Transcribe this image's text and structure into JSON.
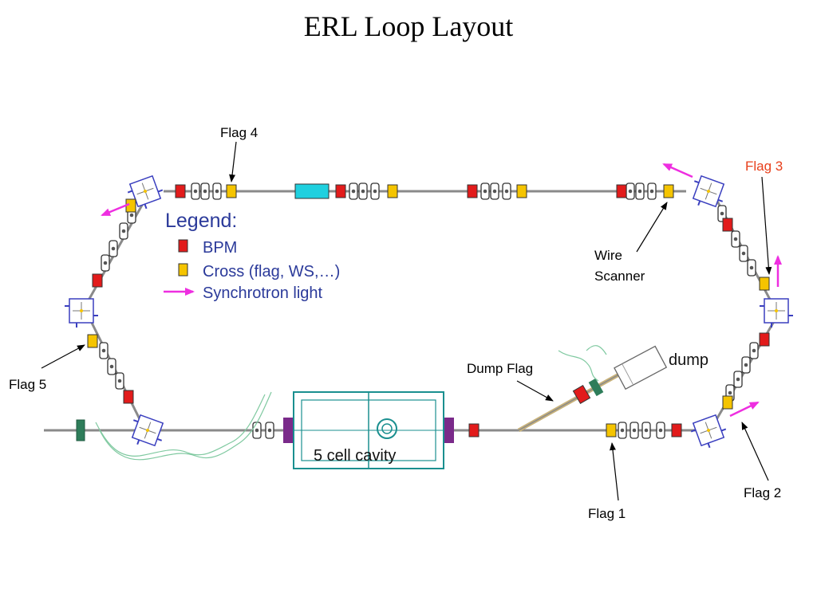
{
  "title": "ERL Loop Layout",
  "legend": {
    "title": "Legend:",
    "items": [
      {
        "label": "BPM",
        "color": "#e21b1b",
        "icon": "bpm-square"
      },
      {
        "label": "Cross (flag, WS,…)",
        "color": "#f5c400",
        "icon": "cross-square"
      },
      {
        "label": "Synchrotron light",
        "color": "#ee2ee0",
        "icon": "magenta-arrow"
      }
    ]
  },
  "labels": {
    "flag1": "Flag 1",
    "flag2": "Flag 2",
    "flag3": "Flag 3",
    "flag4": "Flag 4",
    "flag5": "Flag 5",
    "dump_flag": "Dump Flag",
    "wire_scanner_line1": "Wire",
    "wire_scanner_line2": "Scanner",
    "cavity": "5 cell cavity",
    "dump": "dump"
  },
  "colors": {
    "bpm": "#e21b1b",
    "cross": "#f5c400",
    "synchrotron": "#ee2ee0",
    "cavity": "#1a8f8f",
    "beampipe": "#8a8a8a",
    "magnet": "#3a3fbf",
    "flag3_label": "#e8401c",
    "legend_text": "#2b3a9a"
  }
}
